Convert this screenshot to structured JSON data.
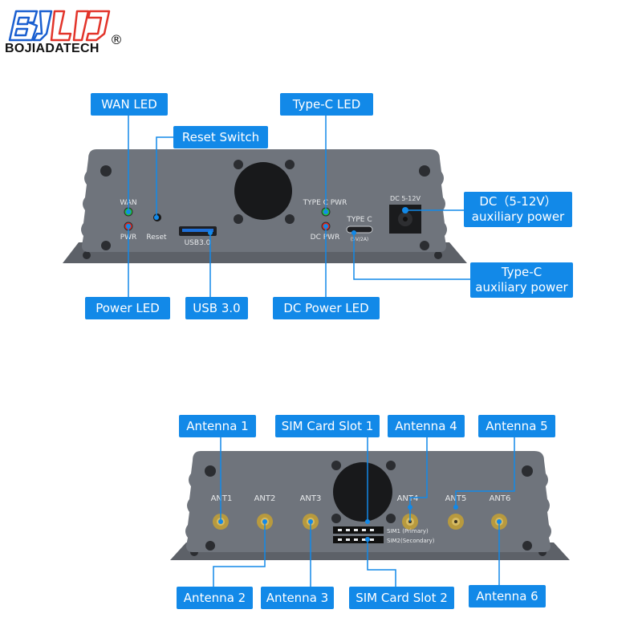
{
  "brand": {
    "name": "BOJIADATECH",
    "registered": "®",
    "colors": {
      "logo_blue": "#1a5fd0",
      "logo_red": "#e2342a"
    }
  },
  "colors": {
    "callout": "#1289e8",
    "device": "#6f747c",
    "device_dark": "#5d6168",
    "led_green": "#22c23a",
    "led_red": "#e42a1f"
  },
  "front_panel": {
    "callouts": {
      "wan_led": "WAN LED",
      "reset_switch": "Reset Switch",
      "type_c_led": "Type-C LED",
      "dc_aux": [
        "DC（5-12V）",
        "auxiliary power"
      ],
      "type_c_aux": [
        "Type-C",
        "auxiliary power"
      ],
      "power_led": "Power LED",
      "usb3": "USB 3.0",
      "dc_power_led": "DC Power LED"
    },
    "printed_labels": {
      "wan": "WAN",
      "pwr": "PWR",
      "reset": "Reset",
      "usb": "USB3.0",
      "type_c_pwr": "TYPE C PWR",
      "dc_pwr": "DC PWR",
      "type_c": "TYPE C",
      "type_c_sub": "(5V/2A)",
      "dc": "DC 5-12V"
    }
  },
  "rear_panel": {
    "callouts": {
      "ant1": "Antenna 1",
      "sim1": "SIM Card Slot 1",
      "ant4": "Antenna 4",
      "ant5": "Antenna 5",
      "ant2": "Antenna 2",
      "ant3": "Antenna 3",
      "sim2": "SIM Card Slot 2",
      "ant6": "Antenna 6"
    },
    "printed_labels": {
      "ant1": "ANT1",
      "ant2": "ANT2",
      "ant3": "ANT3",
      "ant4": "ANT4",
      "ant5": "ANT5",
      "ant6": "ANT6",
      "sim1": "SIM1  (Primary)",
      "sim2": "SIM2(Secondary)"
    }
  }
}
